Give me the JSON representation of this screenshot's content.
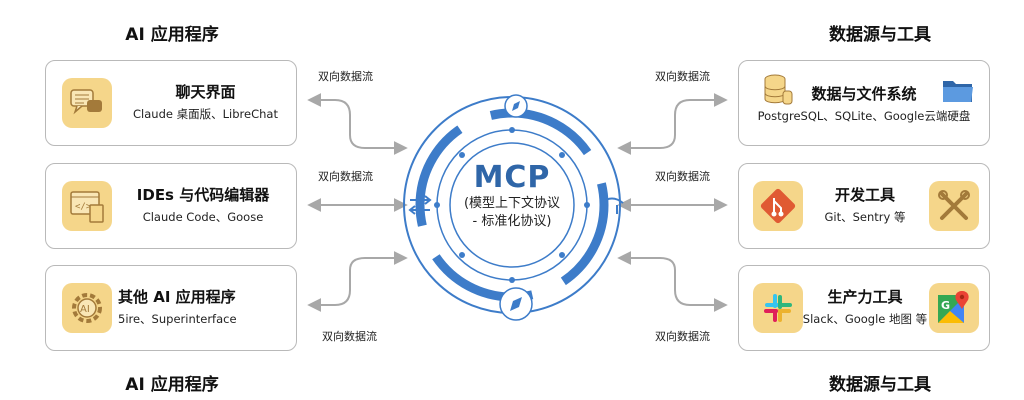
{
  "left_section": {
    "title_top": "AI 应用程序",
    "title_bottom": "AI 应用程序"
  },
  "right_section": {
    "title_top": "数据源与工具",
    "title_bottom": "数据源与工具"
  },
  "flow_label": "双向数据流",
  "center": {
    "title": "MCP",
    "subtitle_line1": "(模型上下文协议",
    "subtitle_line2": "- 标准化协议)"
  },
  "left_boxes": [
    {
      "title": "聊天界面",
      "subtitle": "Claude 桌面版、LibreChat",
      "icon": "chat-bubbles-icon"
    },
    {
      "title": "IDEs 与代码编辑器",
      "subtitle": "Claude Code、Goose",
      "icon": "code-editor-icon"
    },
    {
      "title": "其他 AI 应用程序",
      "subtitle": "5ire、Superinterface",
      "icon": "ai-gear-icon"
    }
  ],
  "right_boxes": [
    {
      "title": "数据与文件系统",
      "subtitle": "PostgreSQL、SQLite、Google云端硬盘",
      "icons": [
        "database-icon",
        "folder-icon"
      ]
    },
    {
      "title": "开发工具",
      "subtitle": "Git、Sentry 等",
      "icons": [
        "git-icon",
        "wrench-screwdriver-icon"
      ]
    },
    {
      "title": "生产力工具",
      "subtitle": "Slack、Google 地图 等",
      "icons": [
        "slack-icon",
        "google-maps-icon"
      ]
    }
  ],
  "colors": {
    "accent": "#3d7cc9",
    "icon_bg": "#f5d68a",
    "arrow": "#a8a8a8"
  }
}
